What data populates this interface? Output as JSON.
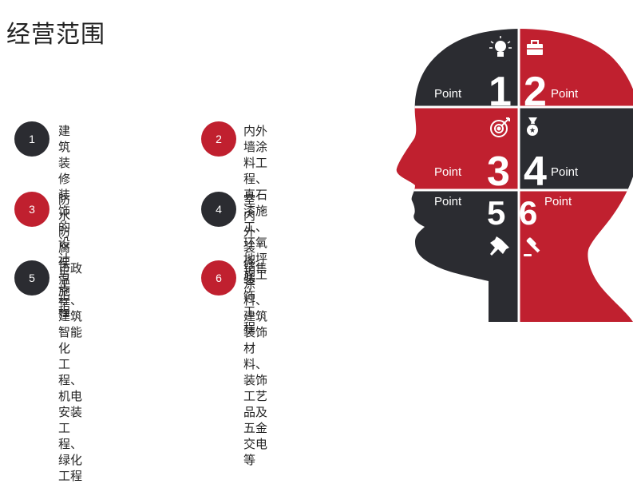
{
  "title": "经营范围",
  "colors": {
    "red": "#C0202F",
    "dark": "#2B2C31",
    "white": "#FFFFFF"
  },
  "items": [
    {
      "num": "1",
      "lines": [
        "建筑装修装饰的设计与",
        "施工"
      ],
      "color": "#2B2C31"
    },
    {
      "num": "2",
      "lines": [
        "内外墙涂料工程、真石",
        "漆施工、环氧地坪施工"
      ],
      "color": "#C0202F"
    },
    {
      "num": "3",
      "lines": [
        "防水防腐保温工程"
      ],
      "color": "#C0202F"
    },
    {
      "num": "4",
      "lines": [
        "室内外装修装饰工程"
      ],
      "color": "#2B2C31"
    },
    {
      "num": "5",
      "lines": [
        "市政工程、建筑智能化",
        "工程、机电安装工程、",
        "绿化工程"
      ],
      "color": "#2B2C31"
    },
    {
      "num": "6",
      "lines": [
        "销售涂料、建筑装饰材",
        "料、装饰工艺品及五金",
        "交电等"
      ],
      "color": "#C0202F"
    }
  ],
  "head": {
    "point_word": "Point",
    "numbers": [
      "1",
      "2",
      "3",
      "4",
      "5",
      "6"
    ],
    "icons": [
      "lightbulb-icon",
      "briefcase-icon",
      "target-icon",
      "medal-icon",
      "pushpin-icon",
      "gavel-icon"
    ]
  }
}
